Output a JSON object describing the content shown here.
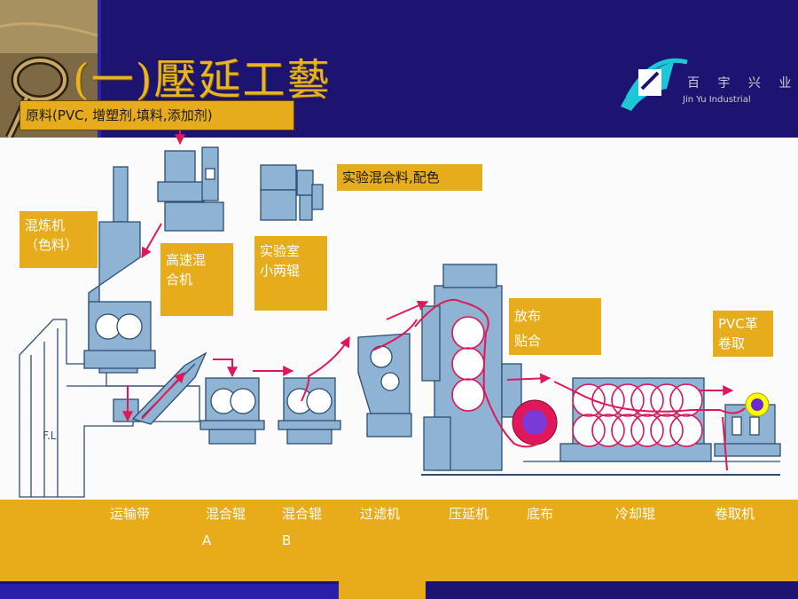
{
  "slide": {
    "title": "(一)壓延工藝",
    "raw_material": "原料(PVC, 增塑剂,填料,添加剂)",
    "lab_mix": "实验混合料,配色",
    "mixer_label_1": "混炼机",
    "mixer_label_2": "（色料）",
    "high_speed_1": "高速混",
    "high_speed_2": "合机",
    "lab_mill_1": "实验室",
    "lab_mill_2": "小两辊",
    "unwind_1": "放布",
    "unwind_2": "贴合",
    "pvc_1": "PVC革",
    "pvc_2": "卷取",
    "floor_mark": "F.L",
    "logo_text": "Jin Yu Industrial"
  },
  "stations": [
    {
      "id": "conveyor",
      "label": "运输带"
    },
    {
      "id": "mixing-roll-a",
      "label": "混合辊",
      "sub": "A"
    },
    {
      "id": "mixing-roll-b",
      "label": "混合辊",
      "sub": "B"
    },
    {
      "id": "filter",
      "label": "过滤机"
    },
    {
      "id": "calender",
      "label": "压延机"
    },
    {
      "id": "base-fabric",
      "label": "底布"
    },
    {
      "id": "cooling-roll",
      "label": "冷却辊"
    },
    {
      "id": "winder",
      "label": "卷取机"
    }
  ],
  "colors": {
    "background": "#1c1470",
    "accent": "#e7ac1b",
    "machine": "#8fb3d3",
    "arrow": "#e0185a",
    "diagram_bg": "#ffffff"
  }
}
